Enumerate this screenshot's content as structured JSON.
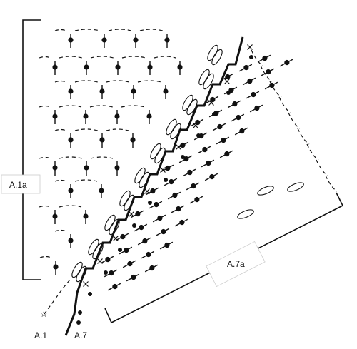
{
  "labels": {
    "left_bracket": "A.1a",
    "lower_bracket": "A.7a",
    "bottom_left": "A.1",
    "bottom_mid": "A.7"
  },
  "colors": {
    "ink": "#111111",
    "background": "#ffffff"
  },
  "symbols": [
    "treble-crochet",
    "chain-arc",
    "puff-stitch",
    "cross-stitch",
    "dot",
    "star"
  ]
}
